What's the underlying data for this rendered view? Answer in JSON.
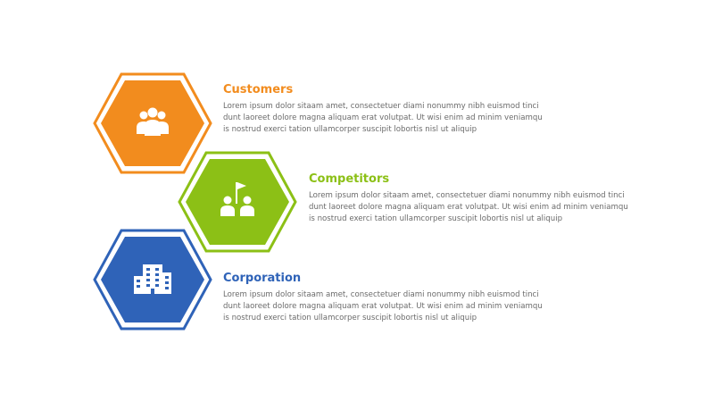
{
  "items": [
    {
      "title": "Customers",
      "text": "Lorem ipsum dolor sitaam amet, consectetuer diami nonummy  nibh euismod tinci\ndunt laoreet dolore magna aliquam erat volutpat. Ut wisi enim ad minim veniamqu\nis nostrud exerci tation ullamcorper suscipit lobortis nisl ut aliquip",
      "color": "#f28c1e",
      "icon": "group-users-icon"
    },
    {
      "title": "Competitors",
      "text": "Lorem ipsum dolor sitaam amet, consectetuer diami nonummy  nibh euismod tinci\ndunt laoreet dolore magna aliquam erat volutpat. Ut wisi enim ad minim veniamqu\nis nostrud exerci tation ullamcorper suscipit lobortis nisl ut aliquip",
      "color": "#8cc016",
      "icon": "two-people-flag-icon"
    },
    {
      "title": "Corporation",
      "text": "Lorem ipsum dolor sitaam amet, consectetuer diami nonummy  nibh euismod tinci\ndunt laoreet dolore magna aliquam erat volutpat. Ut wisi enim ad minim veniamqu\nis nostrud exerci tation ullamcorper suscipit lobortis nisl ut aliquip",
      "color": "#2f63b8",
      "icon": "office-building-icon"
    }
  ]
}
